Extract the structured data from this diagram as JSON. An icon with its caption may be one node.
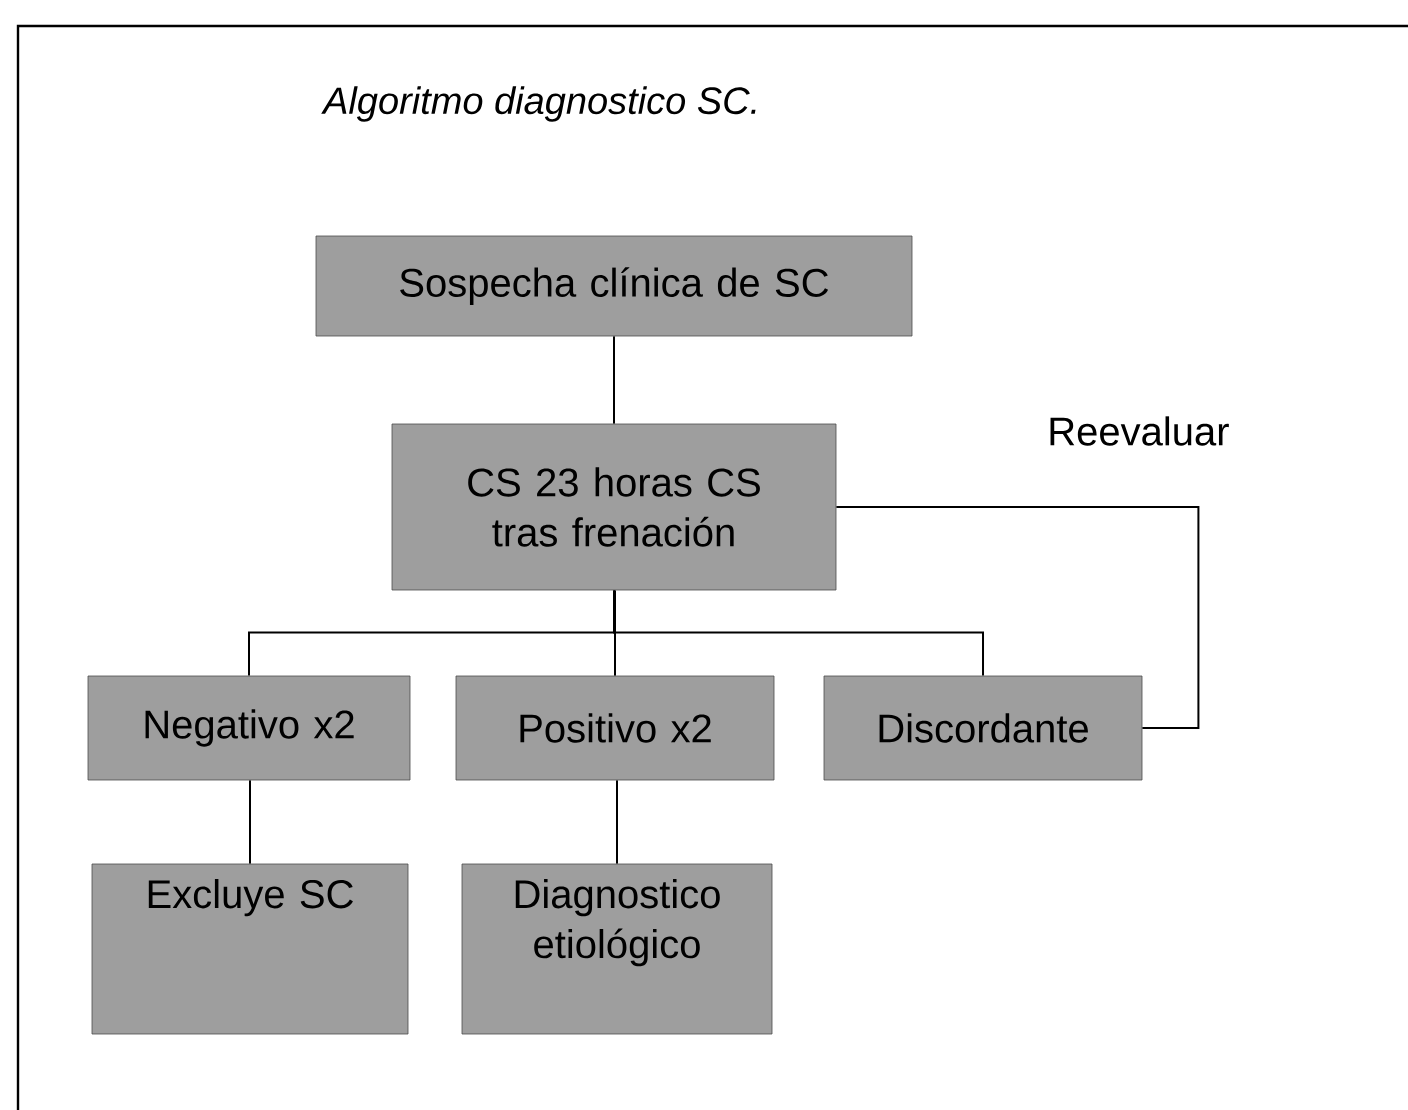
{
  "diagram": {
    "title": "Algoritmo diagnostico SC.",
    "nodes": [
      {
        "text": [
          "Sospecha clínica de SC"
        ]
      },
      {
        "text": [
          "CS 23 horas CS tras frenación"
        ]
      },
      {
        "text": [
          "Negativo x2"
        ]
      },
      {
        "text": [
          "Positivo x2"
        ]
      },
      {
        "text": [
          "Discordante"
        ]
      },
      {
        "text": [
          "Excluye SC"
        ]
      },
      {
        "text": [
          "Diagnostico etiológico"
        ]
      }
    ],
    "edges": [
      {
        "from": 0,
        "to": 1,
        "arrow": "none"
      },
      {
        "from": 1,
        "to": 2,
        "arrow": "none"
      },
      {
        "from": 1,
        "to": 3,
        "arrow": "none"
      },
      {
        "from": 1,
        "to": 4,
        "arrow": "none"
      },
      {
        "from": 2,
        "to": 5,
        "arrow": "none"
      },
      {
        "from": 3,
        "to": 6,
        "arrow": "none"
      },
      {
        "from": 4,
        "to": 1,
        "arrow": "none",
        "label": "Reevaluar"
      }
    ]
  }
}
